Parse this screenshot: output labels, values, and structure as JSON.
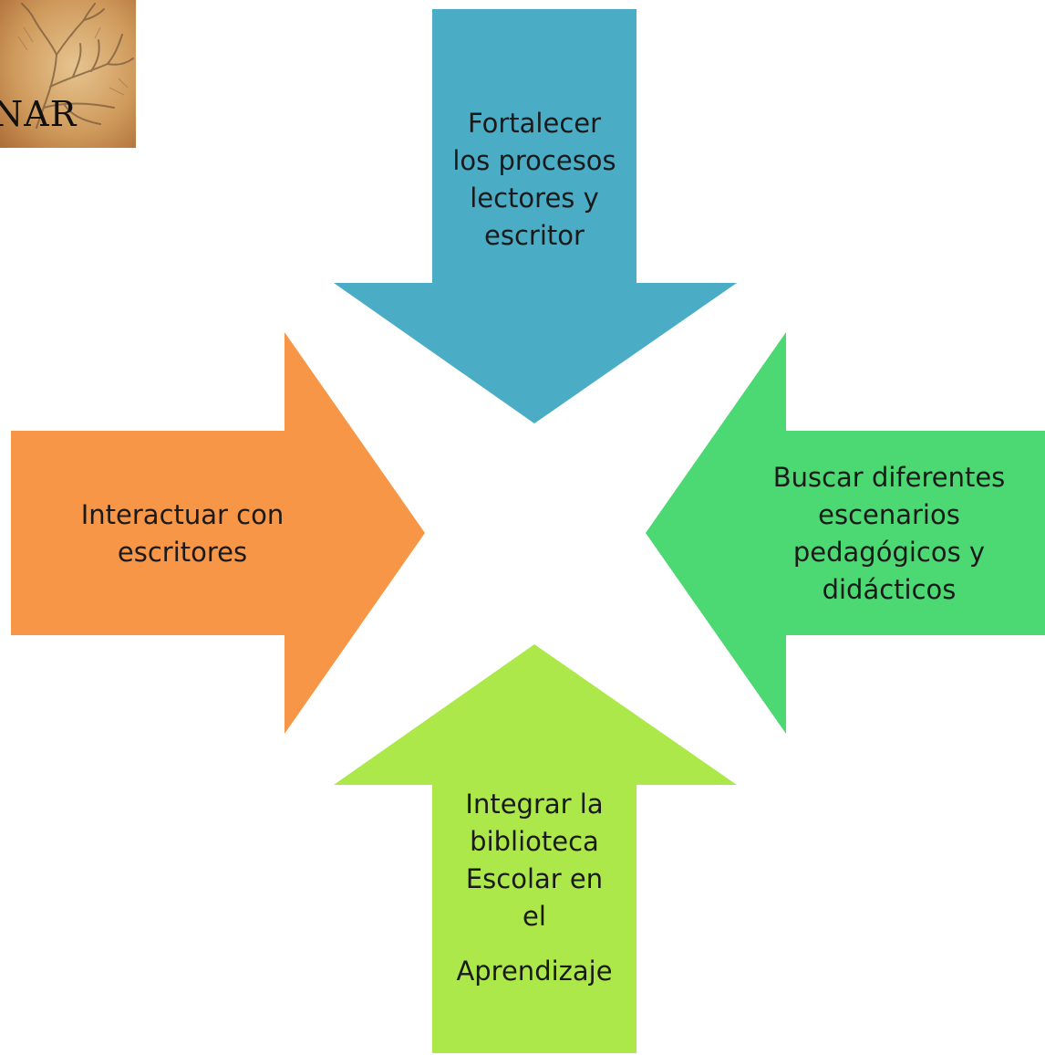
{
  "logo": {
    "text": "NAR"
  },
  "arrows": {
    "top": {
      "lines": [
        "Fortalecer",
        "los procesos",
        "lectores y",
        "escritor"
      ],
      "color": "#4BACC6"
    },
    "left": {
      "lines": [
        "Interactuar con",
        "escritores"
      ],
      "color": "#F79646"
    },
    "right": {
      "lines": [
        "Buscar diferentes",
        "escenarios",
        "pedagógicos y",
        "didácticos"
      ],
      "color": "#4CD872"
    },
    "bottom": {
      "lines": [
        "Integrar la",
        "biblioteca",
        "Escolar en",
        "el",
        "Aprendizaje"
      ],
      "color": "#ACE84A"
    }
  }
}
